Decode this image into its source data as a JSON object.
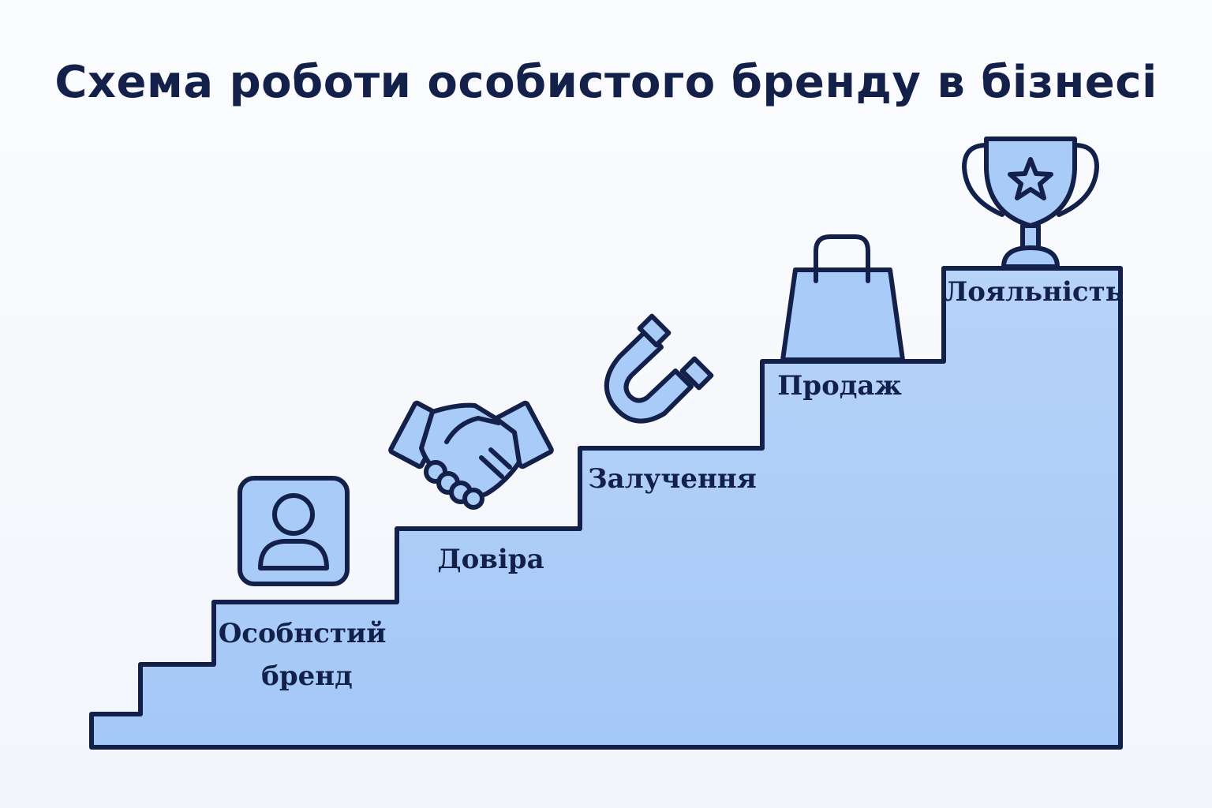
{
  "title": "Схема роботи особистого бренду в бізнесі",
  "steps": [
    {
      "label_lines": [
        "Особнстий",
        "бренд"
      ],
      "icon": "person-icon"
    },
    {
      "label_lines": [
        "Довіра"
      ],
      "icon": "handshake-icon"
    },
    {
      "label_lines": [
        "Залучення"
      ],
      "icon": "magnet-icon"
    },
    {
      "label_lines": [
        "Продаж"
      ],
      "icon": "shopping-bag-icon"
    },
    {
      "label_lines": [
        "Лояльність"
      ],
      "icon": "trophy-icon"
    }
  ],
  "colors": {
    "ink": "#13204a",
    "fill": "#a9cbf7"
  }
}
